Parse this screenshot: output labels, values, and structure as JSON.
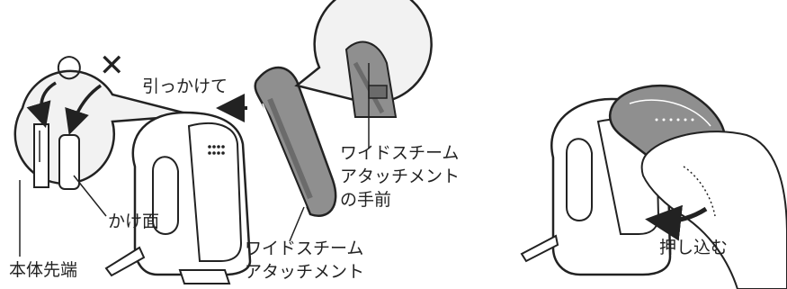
{
  "symbols": {
    "ok": "○",
    "ng": "✕"
  },
  "labels": {
    "hook_on": "引っかけて",
    "hook_surface": "かけ面",
    "body_tip": "本体先端",
    "attachment_front": [
      "ワイドスチーム",
      "アタッチメント",
      "の手前"
    ],
    "attachment": [
      "ワイドスチーム",
      "アタッチメント"
    ],
    "push_in": "押し込む"
  },
  "colors": {
    "line": "#222222",
    "attachment_fill": "#8f8f8f",
    "attachment_dark": "#6b6b6b",
    "body_fill": "#ffffff",
    "zoom_fill": "#f2f2f2"
  },
  "icons": [
    "arrow-icon"
  ]
}
